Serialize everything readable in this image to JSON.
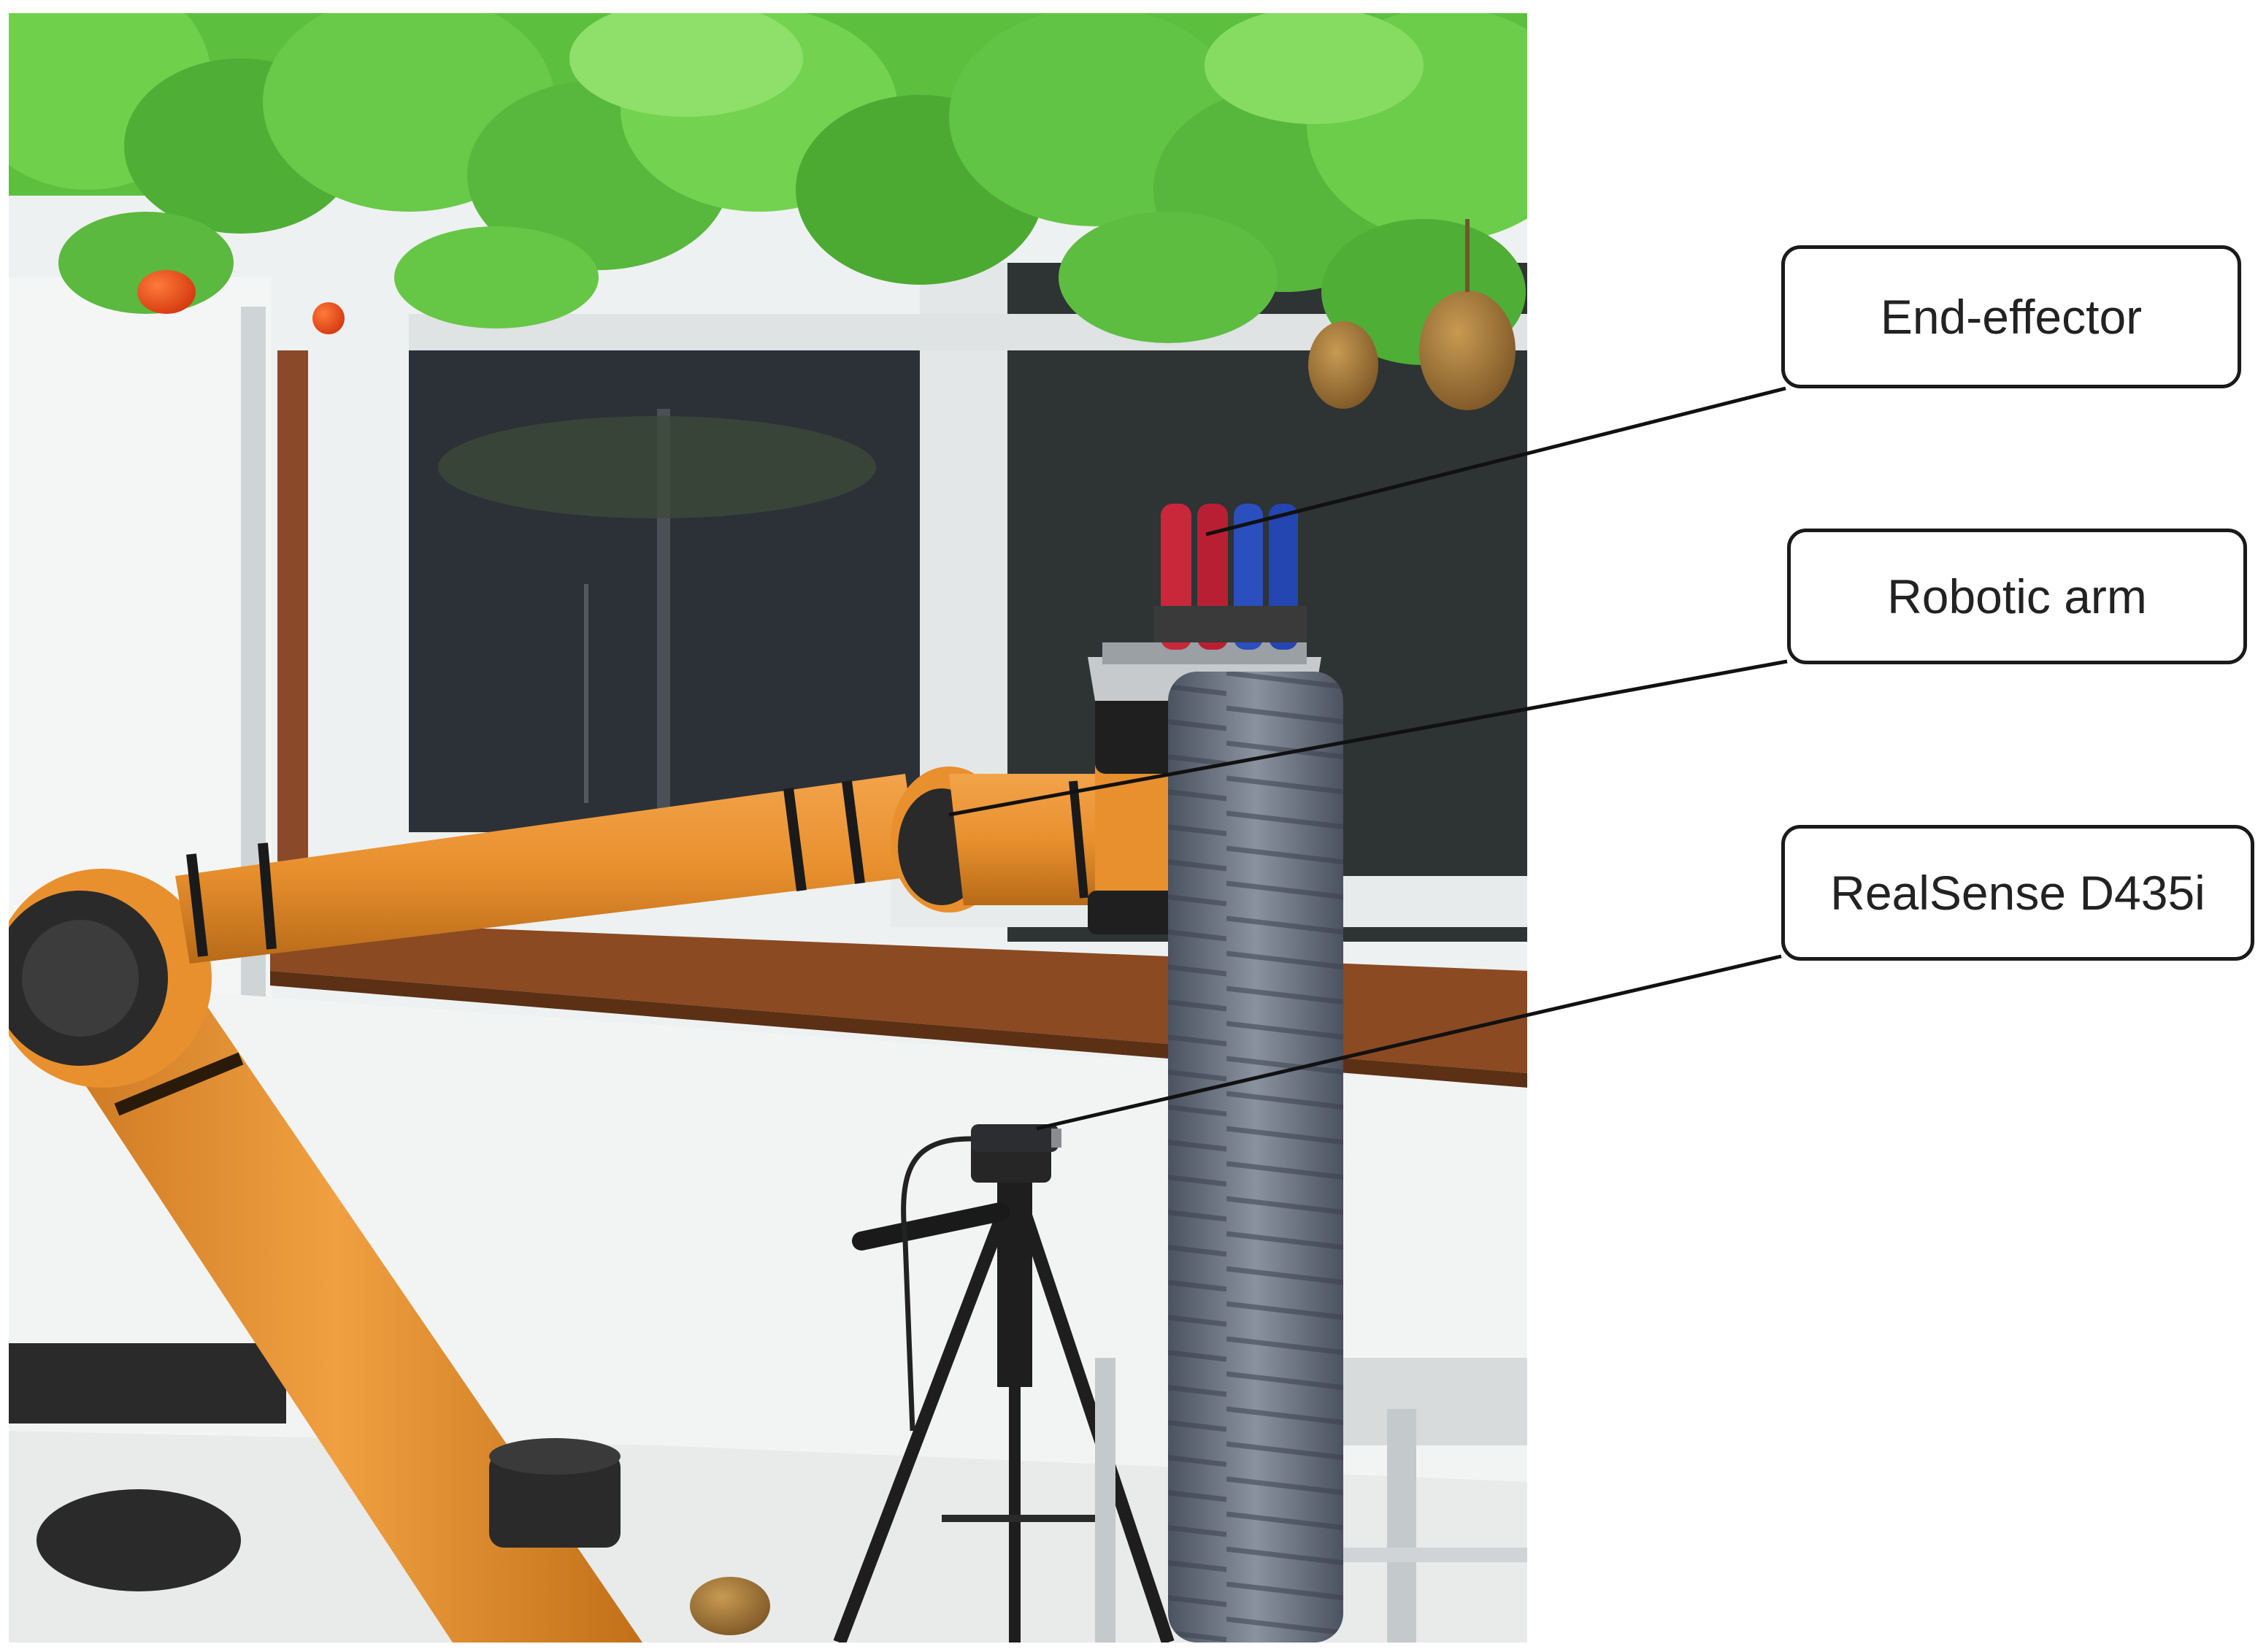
{
  "figure": {
    "labels": {
      "end_effector": "End-effector",
      "robotic_arm": "Robotic arm",
      "camera": "RealSense D435i"
    },
    "colors": {
      "arm_orange": "#e8902e",
      "leaf_green": "#5cbf3e",
      "kiwi_brown": "#a57a3b",
      "gripper_red": "#c8283a",
      "gripper_blue": "#2a4fbf",
      "hose_gray": "#6b7280",
      "wall_white": "#f2f4f4",
      "window_dark": "#2c3138"
    }
  }
}
